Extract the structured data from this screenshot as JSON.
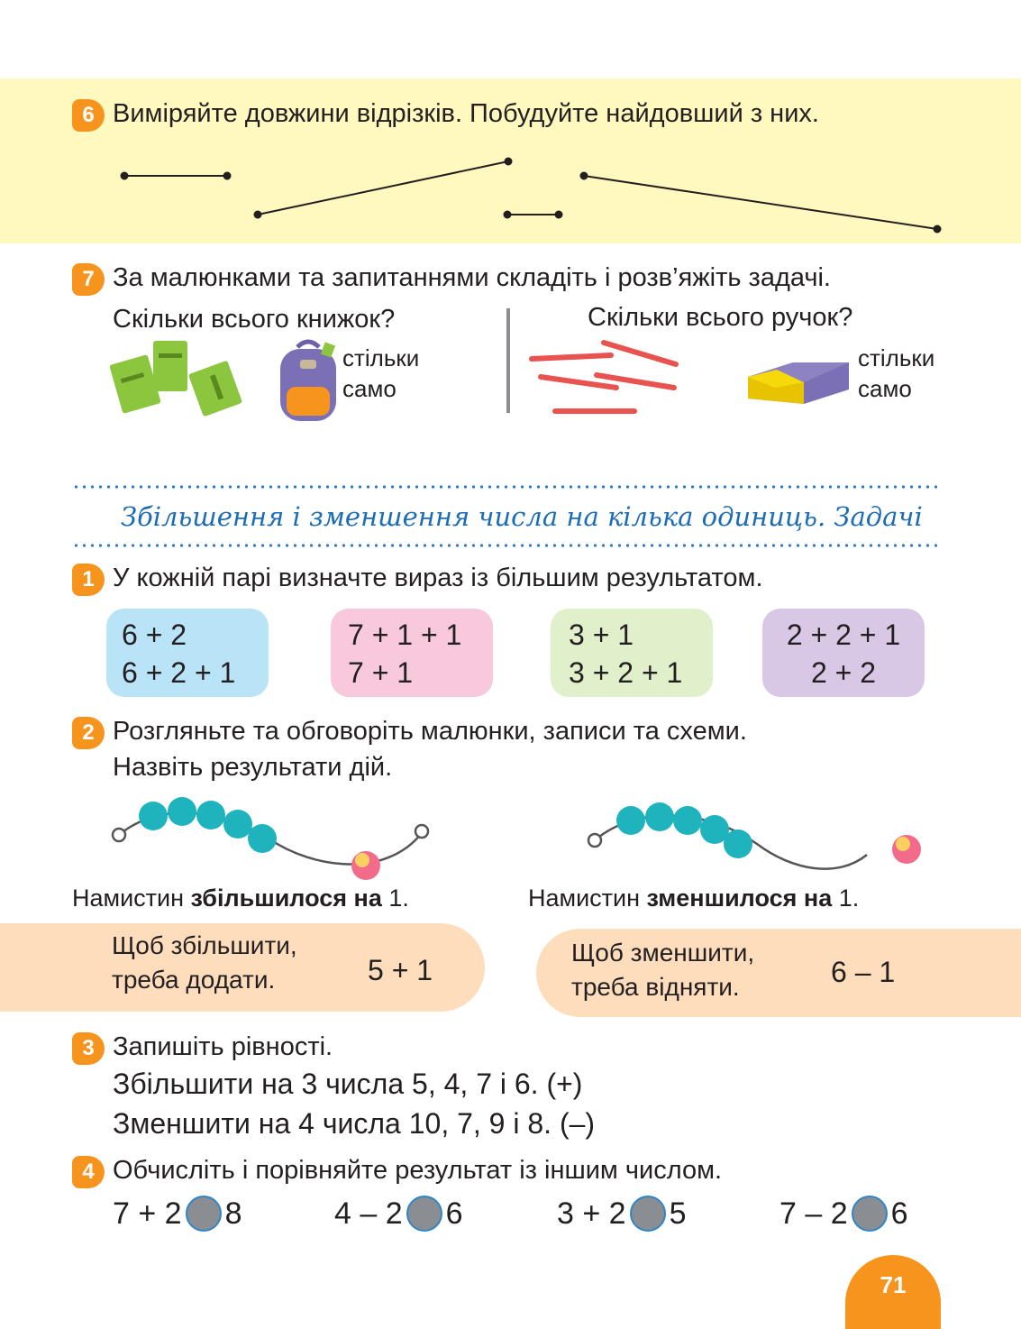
{
  "task6": {
    "number": "6",
    "text": "Виміряйте довжини відрізків. Побудуйте найдовший з них."
  },
  "task7": {
    "number": "7",
    "text": "За малюнками та запитаннями складіть і розв’яжіть задачі.",
    "left_question": "Скільки всього книжок?",
    "left_note_1": "стільки",
    "left_note_2": "само",
    "right_question": "Скільки всього ручок?",
    "right_note_1": "стільки",
    "right_note_2": "само"
  },
  "section_title": "Збільшення і зменшення числа на кілька одиниць. Задачі",
  "task1": {
    "number": "1",
    "text": "У кожній парі визначте вираз із більшим результатом.",
    "cards": [
      {
        "line1": "6 + 2",
        "line2": "6 + 2 + 1",
        "color": "#b9e3f7"
      },
      {
        "line1": "7 + 1 + 1",
        "line2": "7 + 1",
        "color": "#f8c8dd"
      },
      {
        "line1": "3 + 1",
        "line2": "3 + 2 + 1",
        "color": "#dff0cb"
      },
      {
        "line1": "2 + 2 + 1",
        "line2": "2 + 2",
        "color": "#d8c8e6"
      }
    ]
  },
  "task2": {
    "number": "2",
    "text_line1": "Розгляньте та обговоріть малюнки, записи та схеми.",
    "text_line2": "Назвіть результати дій.",
    "left_label_prefix": "Намистин ",
    "left_label_bold": "збільшилося на",
    "left_label_suffix": " 1.",
    "right_label_prefix": "Намистин ",
    "right_label_bold": "зменшилося на",
    "right_label_suffix": " 1.",
    "left_rule_1": "Щоб збільшити,",
    "left_rule_2": "треба додати.",
    "left_expr": "5 + 1",
    "right_rule_1": "Щоб зменшити,",
    "right_rule_2": "треба відняти.",
    "right_expr": "6 – 1"
  },
  "task3": {
    "number": "3",
    "text": "Запишіть рівності.",
    "line1": "Збільшити на 3 числа 5, 4, 7 і 6. (+)",
    "line2": "Зменшити на 4 числа 10, 7, 9 і 8. (–)"
  },
  "task4": {
    "number": "4",
    "text": "Обчисліть і порівняйте результат із іншим числом.",
    "comparisons": [
      {
        "left": "7 + 2",
        "right": "8"
      },
      {
        "left": "4 – 2",
        "right": "6"
      },
      {
        "left": "3 + 2",
        "right": "5"
      },
      {
        "left": "7 – 2",
        "right": "6"
      }
    ]
  },
  "page_number": "71",
  "colors": {
    "accent_orange": "#f7941d",
    "yellow_band": "#fff8bf",
    "peach": "#fdddbb",
    "title_blue": "#1b6cb7",
    "bead_teal": "#1fb3bd"
  }
}
